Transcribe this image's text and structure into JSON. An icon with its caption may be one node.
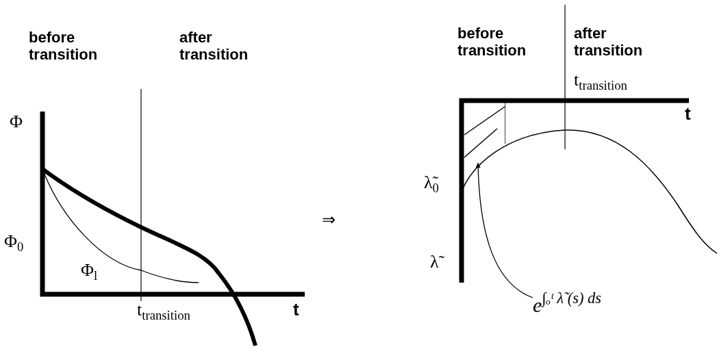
{
  "diagram": {
    "nodes": [
      {
        "text": [
          "e$^{∫ₒᵗ λ̃ (s) ds}$"
        ]
      },
      {
        "text": [],
        "shape": "box"
      }
    ],
    "edges": [
      {
        "from": 0,
        "to": 1,
        "arrow": "to"
      }
    ],
    "labels": [
      "before transition",
      "after transition",
      "Φ",
      "Φ$_{0}$",
      "Φ$_{l}$",
      "t$_{transition}$",
      "t",
      "⇒",
      "before transition",
      "after transition",
      "t$_{transition}$",
      "t",
      "λ̃$_{0}$",
      "λ̃"
    ]
  }
}
